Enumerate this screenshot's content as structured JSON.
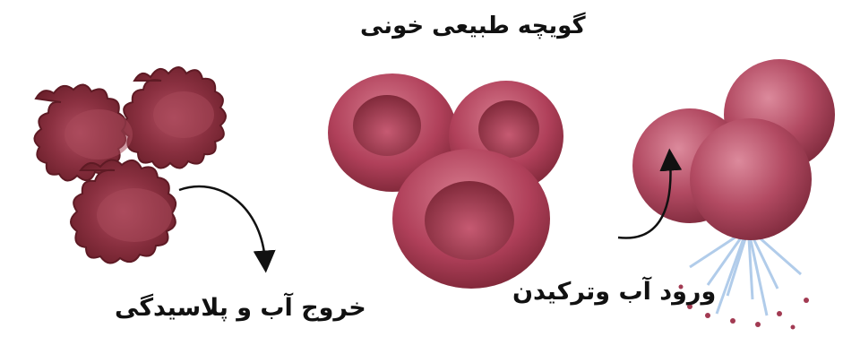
{
  "labels": {
    "normal_cell": "گویچه طبیعی خونی",
    "shrinking": "خروج آب و پلاسیدگی",
    "bursting": "ورود آب وترکیدن"
  },
  "colors": {
    "cell_main": "#b0405a",
    "cell_dark": "#7a2535",
    "cell_light": "#d77b8e",
    "shrunken_cell": "#7c2a33",
    "shrunken_center": "#a8485a",
    "spray": "#a9c7e8",
    "arrow": "#111111"
  }
}
